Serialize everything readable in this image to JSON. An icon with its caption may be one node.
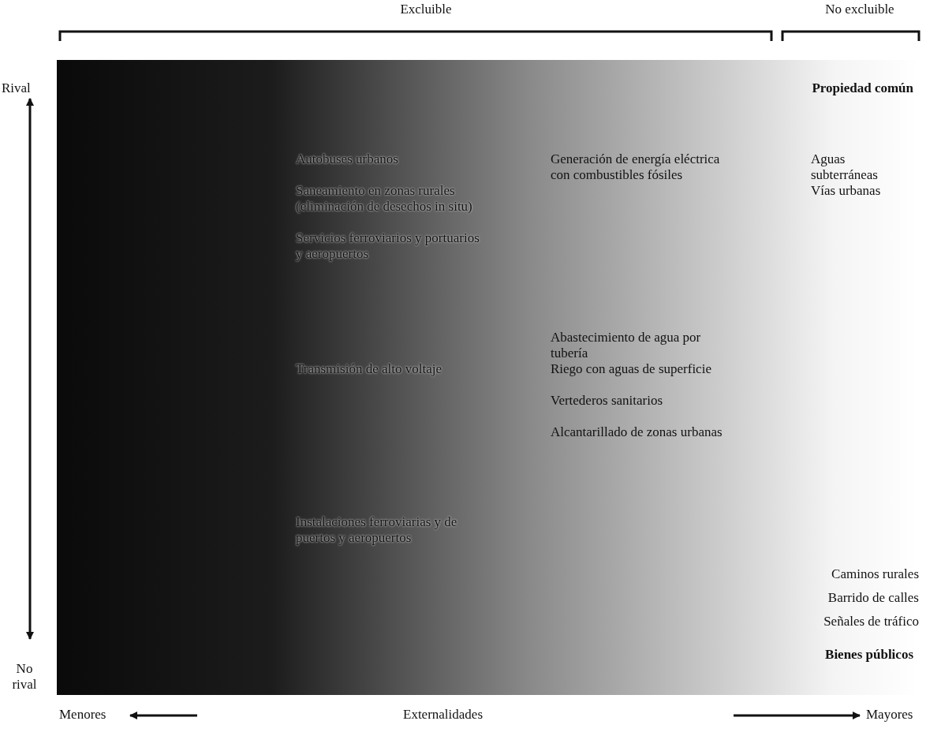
{
  "diagram": {
    "labels": [
      "Excluible",
      "No excluible",
      "Rival",
      "No rival",
      "Propiedad común",
      "Autobuses urbanos",
      "Generación de energía eléctrica con combustibles fósiles",
      "Aguas subterráneas",
      "Saneamiento en zonas rurales (eliminación de desechos in situ)",
      "Vías urbanas",
      "Servicios ferroviarios y portuarios y aeropuertos",
      "Abastecimiento de agua por tubería",
      "Transmisión de alto voltaje",
      "Riego con aguas de superficie",
      "Vertederos sanitarios",
      "Alcantarillado de zonas urbanas",
      "Instalaciones ferroviarias y de puertos y aeropuertos",
      "Caminos rurales",
      "Barrido de calles",
      "Señales de tráfico",
      "Bienes públicos",
      "Menores",
      "Externalidades",
      "Mayores"
    ]
  }
}
